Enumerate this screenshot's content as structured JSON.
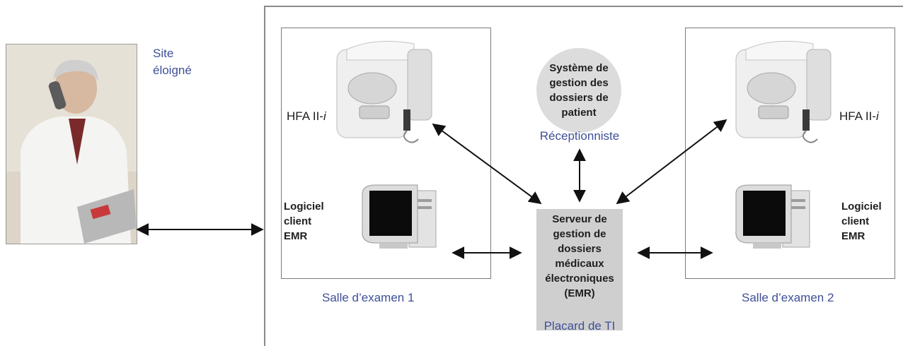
{
  "remote_site": {
    "label_line1": "Site",
    "label_line2": "éloigné"
  },
  "exam_room_1": {
    "device_label": "HFA II-",
    "device_label_italic": "i",
    "software_label": [
      "Logiciel",
      "client",
      "EMR"
    ],
    "caption": "Salle d’examen 1"
  },
  "exam_room_2": {
    "device_label": "HFA II-",
    "device_label_italic": "i",
    "software_label": [
      "Logiciel",
      "client",
      "EMR"
    ],
    "caption": "Salle d’examen 2"
  },
  "patient_system": {
    "lines": [
      "Système de",
      "gestion des",
      "dossiers de",
      "patient"
    ],
    "caption": "Réceptionniste"
  },
  "emr_server": {
    "lines": [
      "Serveur de",
      "gestion de",
      "dossiers",
      "médicaux",
      "électroniques",
      "(EMR)"
    ],
    "caption": "Placard de TI"
  },
  "colors": {
    "accent_text": "#3f4f97",
    "server_box": "#cfcfcf",
    "patient_circle": "#dcdcdc",
    "border": "#7a7a7a"
  }
}
